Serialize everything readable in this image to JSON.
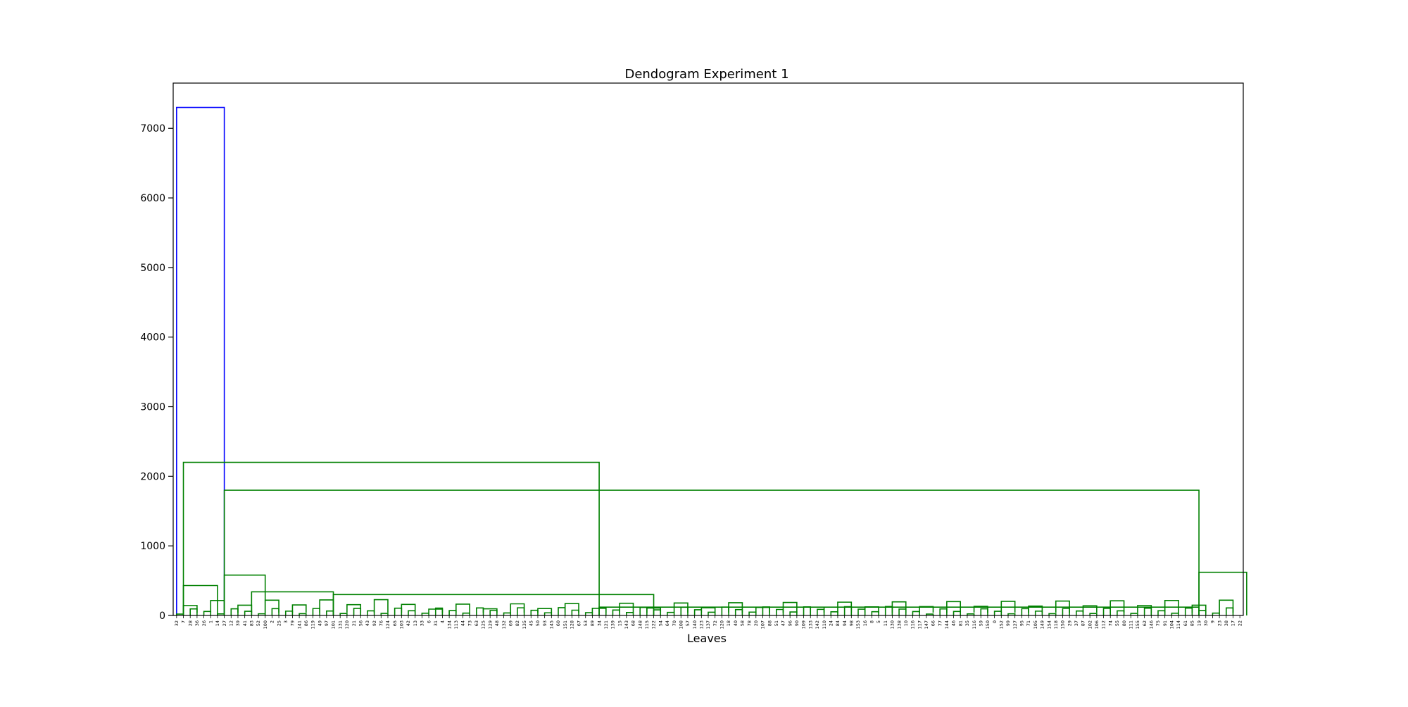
{
  "chart_data": {
    "type": "dendrogram",
    "title": "Dendogram Experiment 1",
    "xlabel": "Leaves",
    "ylabel": "",
    "ylim": [
      0,
      7650
    ],
    "yticks": [
      0,
      1000,
      2000,
      3000,
      4000,
      5000,
      6000,
      7000
    ],
    "grid": false,
    "colors": {
      "root": "#0000ff",
      "cluster": "#008000"
    },
    "leaves": [
      "32",
      "7",
      "28",
      "36",
      "26",
      "1",
      "14",
      "27",
      "12",
      "39",
      "41",
      "83",
      "52",
      "100",
      "2",
      "25",
      "3",
      "79",
      "141",
      "86",
      "119",
      "49",
      "97",
      "101",
      "131",
      "120",
      "21",
      "56",
      "43",
      "92",
      "76",
      "124",
      "65",
      "103",
      "42",
      "13",
      "33",
      "6",
      "31",
      "4",
      "134",
      "113",
      "44",
      "73",
      "63",
      "125",
      "129",
      "48",
      "132",
      "69",
      "82",
      "135",
      "45",
      "50",
      "93",
      "145",
      "60",
      "151",
      "128",
      "67",
      "53",
      "89",
      "34",
      "121",
      "139",
      "15",
      "143",
      "68",
      "148",
      "115",
      "122",
      "54",
      "64",
      "70",
      "108",
      "57",
      "140",
      "123",
      "137",
      "72",
      "120",
      "18",
      "40",
      "58",
      "78",
      "20",
      "107",
      "88",
      "51",
      "47",
      "96",
      "90",
      "109",
      "133",
      "142",
      "110",
      "24",
      "84",
      "94",
      "98",
      "153",
      "16",
      "8",
      "5",
      "11",
      "130",
      "138",
      "10",
      "116",
      "117",
      "147",
      "66",
      "77",
      "144",
      "46",
      "81",
      "35",
      "116",
      "59",
      "150",
      "0",
      "152",
      "99",
      "127",
      "95",
      "71",
      "105",
      "149",
      "154",
      "118",
      "150",
      "29",
      "37",
      "87",
      "102",
      "106",
      "112",
      "74",
      "55",
      "80",
      "111",
      "155",
      "62",
      "146",
      "75",
      "91",
      "104",
      "114",
      "61",
      "85",
      "19",
      "30",
      "9",
      "23",
      "38",
      "17",
      "22"
    ],
    "merges": [
      {
        "from": 0,
        "to": 7,
        "height": 7300,
        "color": "root"
      },
      {
        "from": 1,
        "to": 62,
        "height": 2200,
        "color": "cluster"
      },
      {
        "from": 7,
        "to": 150,
        "height": 1800,
        "color": "cluster"
      },
      {
        "from": 7,
        "to": 13,
        "height": 580,
        "color": "cluster"
      },
      {
        "from": 150,
        "to": 157,
        "height": 620,
        "color": "cluster"
      },
      {
        "from": 1,
        "to": 6,
        "height": 430,
        "color": "cluster"
      },
      {
        "from": 11,
        "to": 23,
        "height": 340,
        "color": "cluster"
      },
      {
        "from": 23,
        "to": 70,
        "height": 300,
        "color": "cluster"
      },
      {
        "from": 62,
        "to": 150,
        "height": 120,
        "color": "cluster"
      }
    ]
  }
}
